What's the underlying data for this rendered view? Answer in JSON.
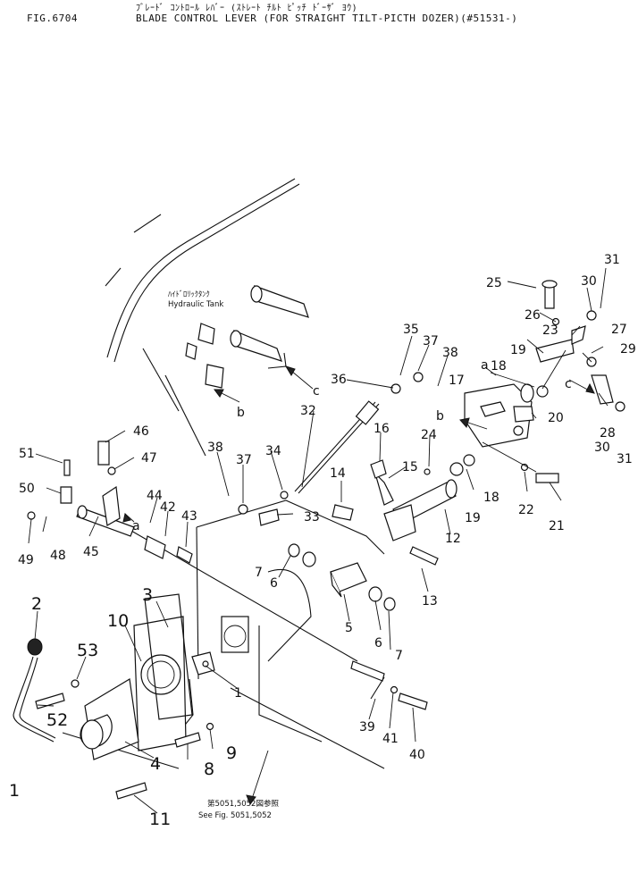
{
  "header": {
    "fig_number": "FIG.6704",
    "title_jp": "ﾌﾞﾚｰﾄﾞ ｺﾝﾄﾛｰﾙ ﾚﾊﾞｰ (ｽﾄﾚｰﾄ ﾁﾙﾄ ﾋﾟｯﾁ ﾄﾞｰｻﾞ ﾖｳ)",
    "title_en": "BLADE CONTROL LEVER (FOR STRAIGHT TILT-PICTH DOZER)(#51531-)"
  },
  "annotations": {
    "hydraulic_tank_jp": "ﾊｲﾄﾞﾛﾘｯｸﾀﾝｸ",
    "hydraulic_tank_en": "Hydraulic  Tank",
    "see_fig_jp": "第5051,5052図参照",
    "see_fig_en": "See Fig. 5051,5052",
    "ref_a": "a",
    "ref_b": "b",
    "ref_c": "c"
  },
  "callouts": {
    "n1": "1",
    "n2": "2",
    "n3": "3",
    "n4": "4",
    "n5": "5",
    "n6": "6",
    "n7": "7",
    "n8": "8",
    "n9": "9",
    "n10": "10",
    "n11": "11",
    "n12": "12",
    "n13": "13",
    "n14": "14",
    "n15": "15",
    "n16": "16",
    "n17": "17",
    "n18": "18",
    "n19": "19",
    "n20": "20",
    "n21": "21",
    "n22": "22",
    "n23": "23",
    "n24": "24",
    "n25": "25",
    "n26": "26",
    "n27": "27",
    "n28": "28",
    "n29": "29",
    "n30": "30",
    "n31": "31",
    "n32": "32",
    "n33": "33",
    "n34": "34",
    "n35": "35",
    "n36": "36",
    "n37": "37",
    "n38": "38",
    "n39": "39",
    "n40": "40",
    "n41": "41",
    "n42": "42",
    "n43": "43",
    "n44": "44",
    "n45": "45",
    "n46": "46",
    "n47": "47",
    "n48": "48",
    "n49": "49",
    "n50": "50",
    "n51": "51",
    "n52": "52",
    "n53": "53"
  }
}
